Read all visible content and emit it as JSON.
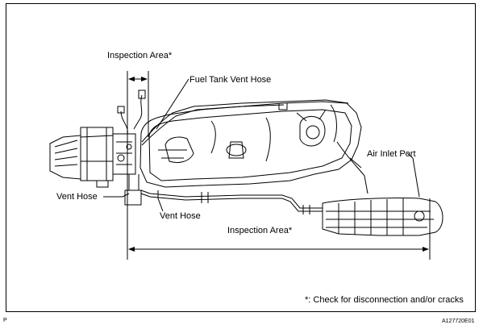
{
  "labels": {
    "inspection_area_top": "Inspection Area*",
    "fuel_tank_vent_hose": "Fuel Tank Vent Hose",
    "air_inlet_port": "Air Inlet Port",
    "vent_hose_left": "Vent Hose",
    "vent_hose_bottom": "Vent Hose",
    "inspection_area_bottom": "Inspection Area*"
  },
  "footnote": "*: Check for disconnection and/or cracks",
  "figure_id": "A127720E01",
  "corner_mark": "P",
  "colors": {
    "line": "#000000",
    "background": "#ffffff"
  }
}
